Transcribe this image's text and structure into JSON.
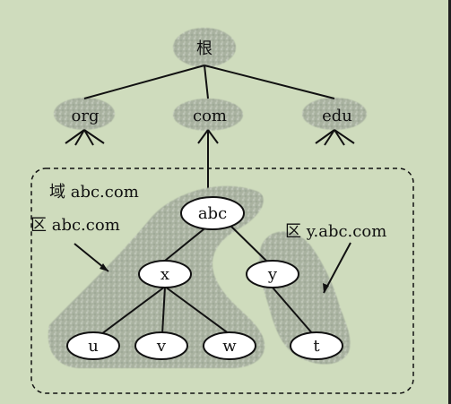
{
  "diagram": {
    "nodes": {
      "root": "根",
      "org": "org",
      "com": "com",
      "edu": "edu",
      "abc": "abc",
      "x": "x",
      "y": "y",
      "u": "u",
      "v": "v",
      "w": "w",
      "t": "t"
    },
    "labels": {
      "domain": "域 abc.com",
      "zone_abc": "区 abc.com",
      "zone_y": "区 y.abc.com"
    }
  }
}
